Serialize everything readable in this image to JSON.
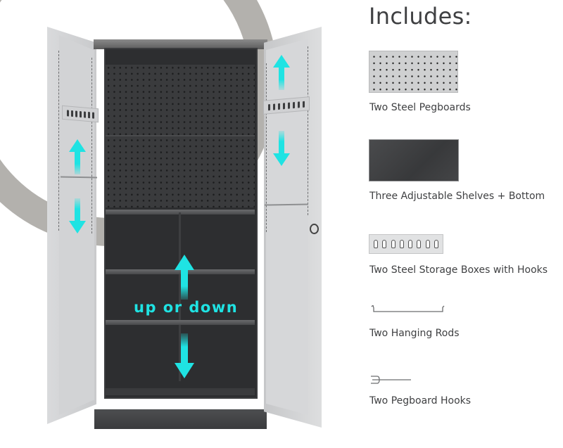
{
  "includes": {
    "title": "Includes:",
    "items": [
      {
        "label": "Two Steel Pegboards",
        "icon": "pegboard-thumbnail"
      },
      {
        "label": "Three Adjustable Shelves + Bottom",
        "icon": "shelf-thumbnail"
      },
      {
        "label": "Two Steel Storage Boxes with Hooks",
        "icon": "storage-box-thumbnail"
      },
      {
        "label": "Two Hanging Rods",
        "icon": "hanging-rod-thumbnail"
      },
      {
        "label": "Two Pegboard Hooks",
        "icon": "pegboard-hook-thumbnail"
      }
    ]
  },
  "cabinet": {
    "annotation": "up or down",
    "arrow_color": "#1fe3e3"
  },
  "colors": {
    "background": "#ffffff",
    "ring": "#b3b1ad",
    "text": "#3f4042",
    "accent": "#1fe3e3"
  }
}
